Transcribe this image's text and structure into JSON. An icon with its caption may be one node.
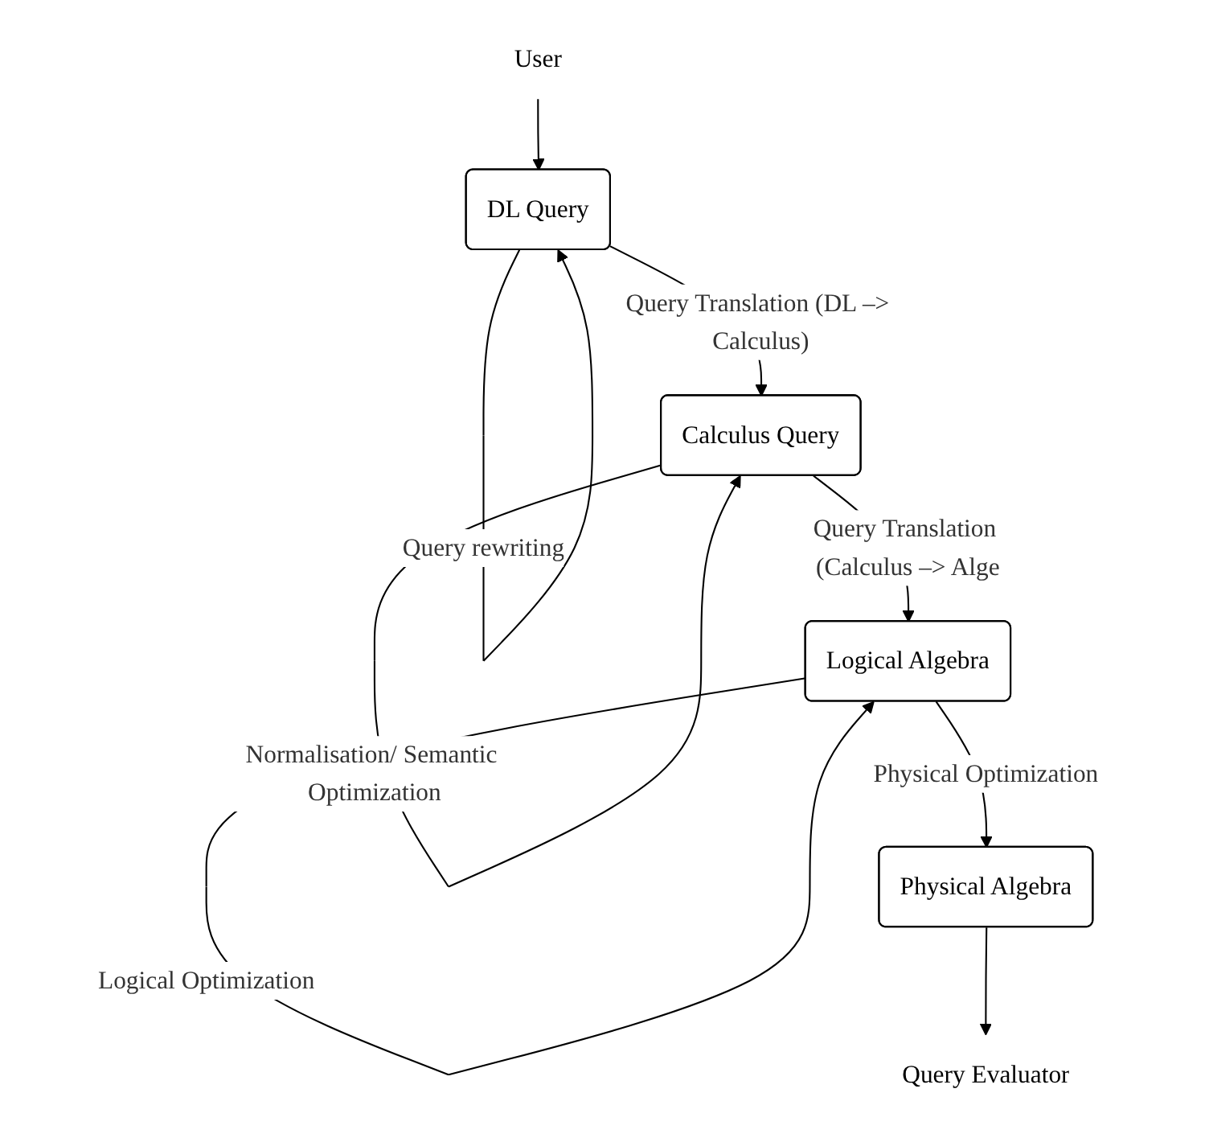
{
  "diagram": {
    "nodes": [
      {
        "text": [
          "User"
        ]
      },
      {
        "text": [
          "DL Query"
        ]
      },
      {
        "text": [
          "Calculus Query"
        ]
      },
      {
        "text": [
          "Logical Algebra"
        ]
      },
      {
        "text": [
          "Physical Algebra"
        ]
      },
      {
        "text": [
          "Query Evaluator"
        ]
      }
    ],
    "edges": [
      {
        "from": 0,
        "to": 1,
        "arrow": "to"
      },
      {
        "from": 1,
        "to": 1,
        "arrow": "to",
        "label": "Query rewriting"
      },
      {
        "from": 1,
        "to": 2,
        "arrow": "to",
        "label": "Query Translation (DL –> Calculus)"
      },
      {
        "from": 2,
        "to": 2,
        "arrow": "to",
        "label": "Normalisation/ Semantic Optimization"
      },
      {
        "from": 2,
        "to": 3,
        "arrow": "to",
        "label": "Query Translation (Calculus –> Alge"
      },
      {
        "from": 3,
        "to": 3,
        "arrow": "to",
        "label": "Logical Optimization"
      },
      {
        "from": 3,
        "to": 4,
        "arrow": "to",
        "label": "Physical Optimization"
      },
      {
        "from": 4,
        "to": 5,
        "arrow": "to"
      }
    ]
  }
}
